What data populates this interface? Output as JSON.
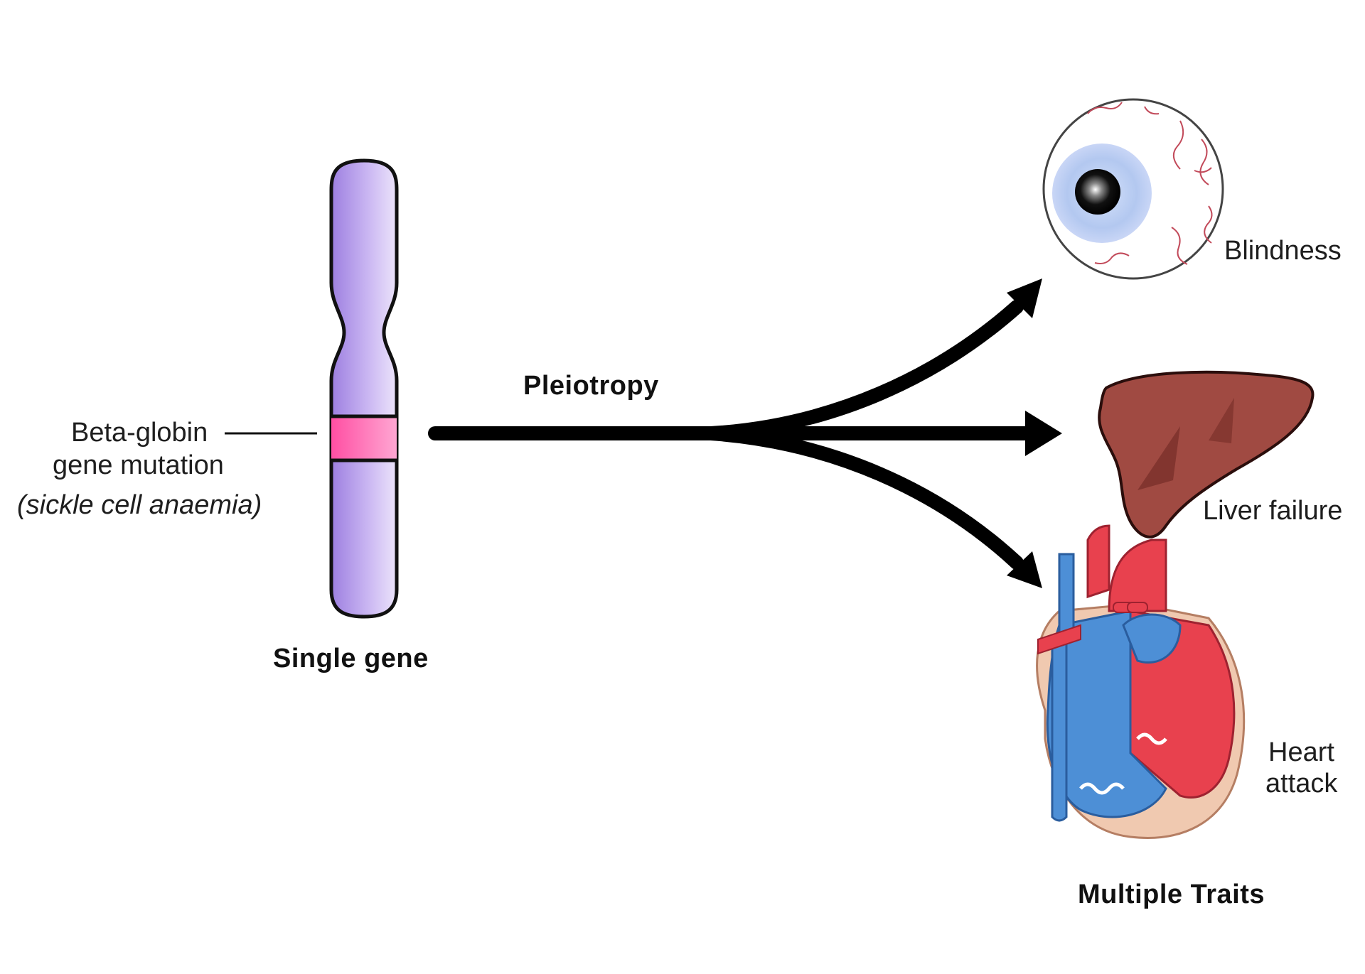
{
  "diagram": {
    "gene_label_line1": "Beta-globin",
    "gene_label_line2": "gene mutation",
    "gene_label_line3": "(sickle cell anaemia)",
    "chromosome_caption": "Single gene",
    "arrow_label": "Pleiotropy",
    "traits": [
      {
        "label": "Blindness",
        "icon": "eye-icon"
      },
      {
        "label": "Liver failure",
        "icon": "liver-icon"
      },
      {
        "label_line1": "Heart",
        "label_line2": "attack",
        "icon": "heart-icon"
      }
    ],
    "traits_caption": "Multiple Traits",
    "colors": {
      "chromosome": "#b89ce6",
      "band": "#ff69b4",
      "arrow": "#000000",
      "liver": "#a04a42",
      "heart_red": "#e8414e",
      "heart_blue": "#4d8fd6",
      "eye_iris": "#a9c4ee"
    }
  }
}
